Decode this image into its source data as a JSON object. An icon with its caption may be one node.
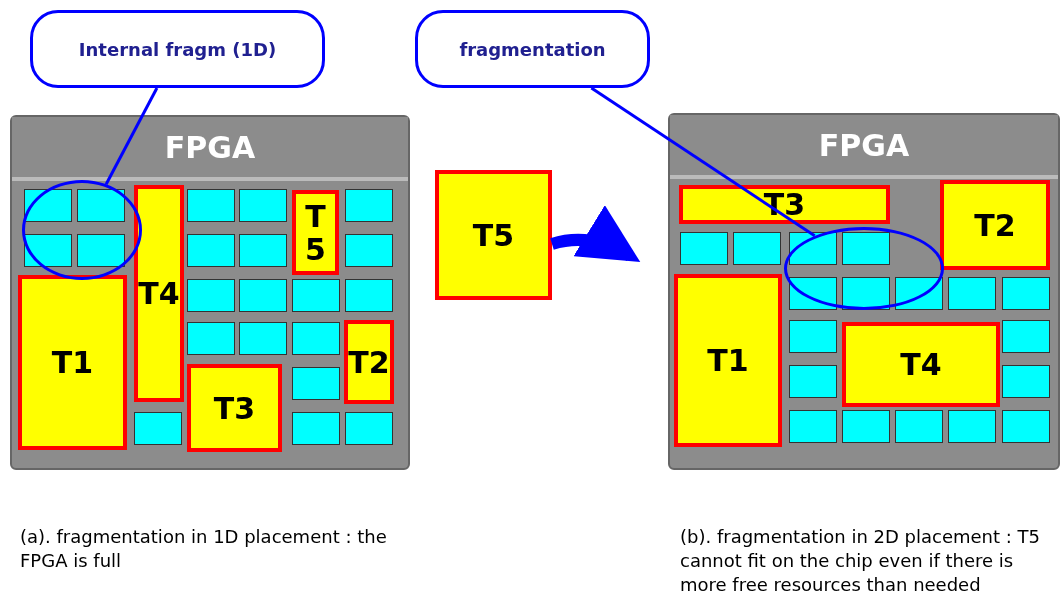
{
  "diagram": {
    "nodes": [
      {
        "text": [
          "Internal fragm (1D)"
        ]
      },
      {
        "text": [
          "FPGA"
        ]
      },
      {
        "text": [
          "T1"
        ],
        "in": 1
      },
      {
        "text": [
          "T4"
        ],
        "in": 1
      },
      {
        "text": [
          "T5"
        ],
        "in": 1
      },
      {
        "text": [
          "T3"
        ],
        "in": 1
      },
      {
        "text": [
          "T2"
        ],
        "in": 1
      },
      {
        "text": [],
        "shape": "circle",
        "in": 1
      },
      {
        "text": [
          "fragmentation"
        ]
      },
      {
        "text": [
          "T5"
        ]
      },
      {
        "text": [
          "FPGA"
        ]
      },
      {
        "text": [
          "T3"
        ],
        "in": 10
      },
      {
        "text": [
          "T2"
        ],
        "in": 10
      },
      {
        "text": [
          "T1"
        ],
        "in": 10
      },
      {
        "text": [
          "T4"
        ],
        "in": 10
      },
      {
        "text": [],
        "shape": "circle",
        "in": 10
      }
    ],
    "edges": [
      {
        "from": 0,
        "to": 7,
        "arrow": "none"
      },
      {
        "from": 8,
        "to": 15,
        "arrow": "none"
      },
      {
        "from": 9,
        "to": 10,
        "arrow": "to",
        "style": "thick"
      }
    ],
    "labels": [
      "(a).  fragmentation in 1D placement : the FPGA is full",
      "(b).  fragmentation in 2D placement : T5 cannot fit on the chip even if there is more free resources than needed"
    ]
  }
}
